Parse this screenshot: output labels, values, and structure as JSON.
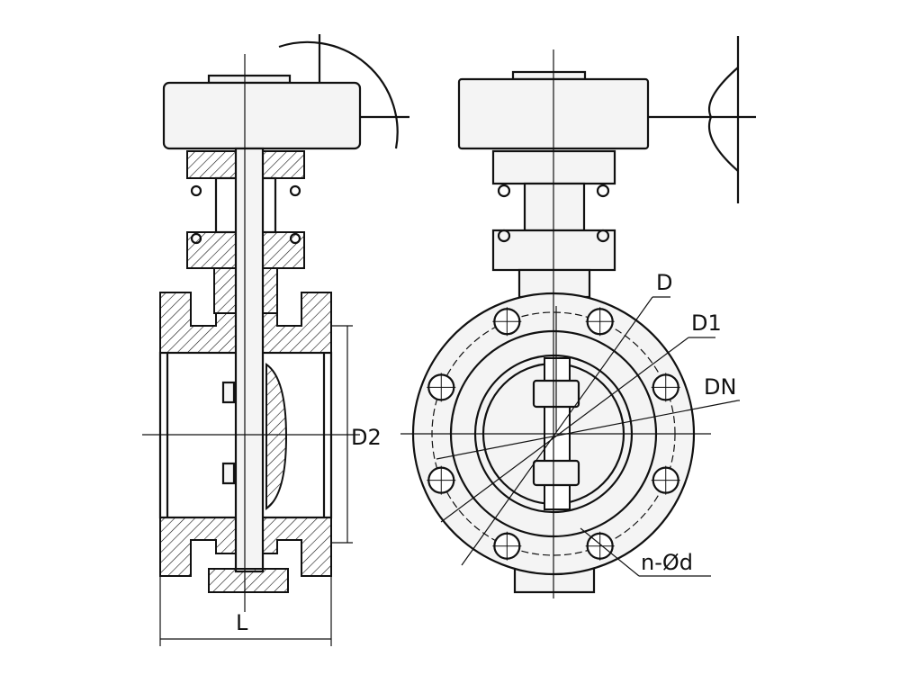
{
  "labels": {
    "d": "D",
    "d1": "D1",
    "dn": "DN",
    "d2": "D2",
    "l": "L",
    "bolt_holes": "n-Ød"
  },
  "colors": {
    "line": "#111111",
    "background": "#ffffff"
  }
}
